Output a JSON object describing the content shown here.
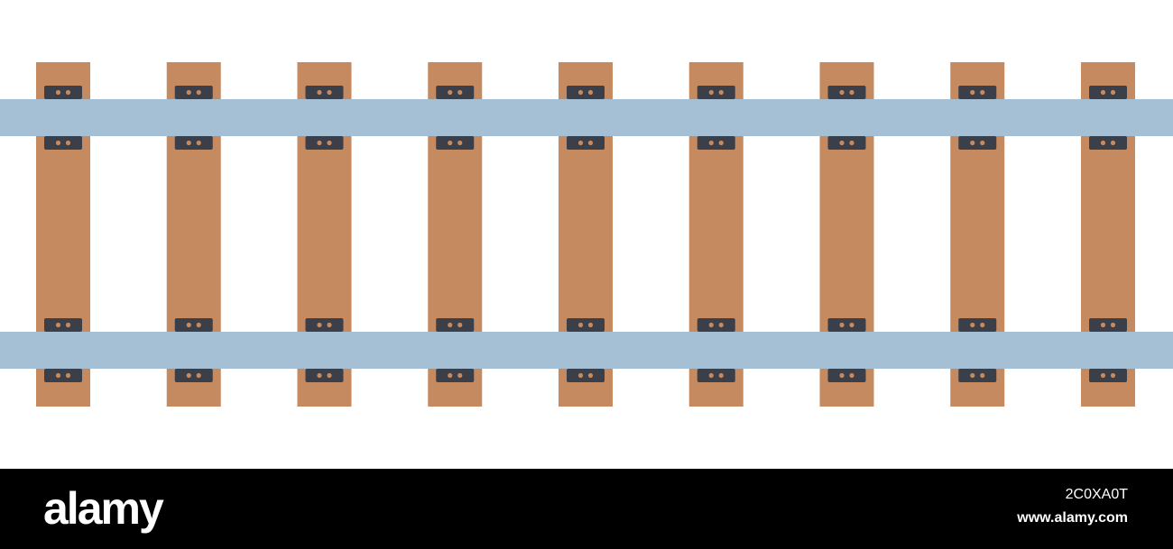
{
  "colors": {
    "background": "#ffffff",
    "sleeper": "#c68a60",
    "rail": "#a5c0d4",
    "plate": "#3b3f4a",
    "bolt": "#c68a60",
    "watermark_bar": "#000000",
    "watermark_text": "#ffffff"
  },
  "track": {
    "sleeper_count": 9,
    "rail_count": 2,
    "plates_per_sleeper": 4,
    "bolts_per_plate": 2
  },
  "watermark": {
    "logo": "alamy",
    "image_id": "2C0XA0T",
    "url": "www.alamy.com"
  }
}
